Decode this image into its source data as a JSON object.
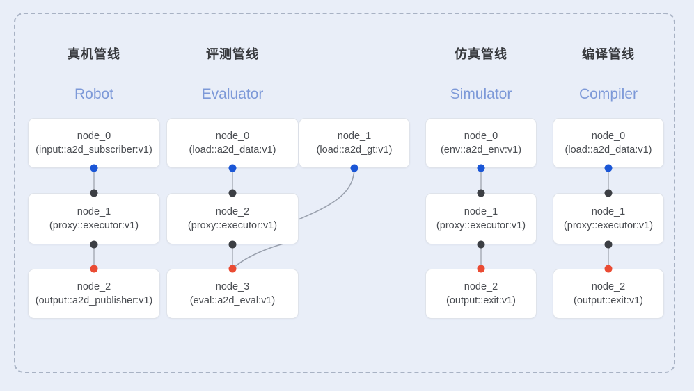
{
  "panel": {
    "border_style": "dashed",
    "border_color": "#a8b2c4",
    "background": "#e9eef8"
  },
  "colors": {
    "source_dot": "#1a56d6",
    "middle_dot": "#3c3f44",
    "terminal_dot": "#ea4b33",
    "subtitle": "#7d99d8",
    "title": "#37393d",
    "node_text": "#4a4d52",
    "edge": "#9aa1ae"
  },
  "columns": [
    {
      "title": "真机管线",
      "subtitle": "Robot",
      "nodes": [
        {
          "name": "node_0",
          "type": "(input::a2d_subscriber:v1)"
        },
        {
          "name": "node_1",
          "type": "(proxy::executor:v1)"
        },
        {
          "name": "node_2",
          "type": "(output::a2d_publisher:v1)"
        }
      ]
    },
    {
      "title": "评测管线",
      "subtitle": "Evaluator",
      "nodes": [
        {
          "name": "node_0",
          "type": "(load::a2d_data:v1)"
        },
        {
          "name": "node_2",
          "type": "(proxy::executor:v1)"
        },
        {
          "name": "node_3",
          "type": "(eval::a2d_eval:v1)"
        }
      ],
      "extra_nodes": [
        {
          "name": "node_1",
          "type": "(load::a2d_gt:v1)"
        }
      ]
    },
    {
      "title": "仿真管线",
      "subtitle": "Simulator",
      "nodes": [
        {
          "name": "node_0",
          "type": "(env::a2d_env:v1)"
        },
        {
          "name": "node_1",
          "type": "(proxy::executor:v1)"
        },
        {
          "name": "node_2",
          "type": "(output::exit:v1)"
        }
      ]
    },
    {
      "title": "编译管线",
      "subtitle": "Compiler",
      "nodes": [
        {
          "name": "node_0",
          "type": "(load::a2d_data:v1)"
        },
        {
          "name": "node_1",
          "type": "(proxy::executor:v1)"
        },
        {
          "name": "node_2",
          "type": "(output::exit:v1)"
        }
      ]
    }
  ]
}
